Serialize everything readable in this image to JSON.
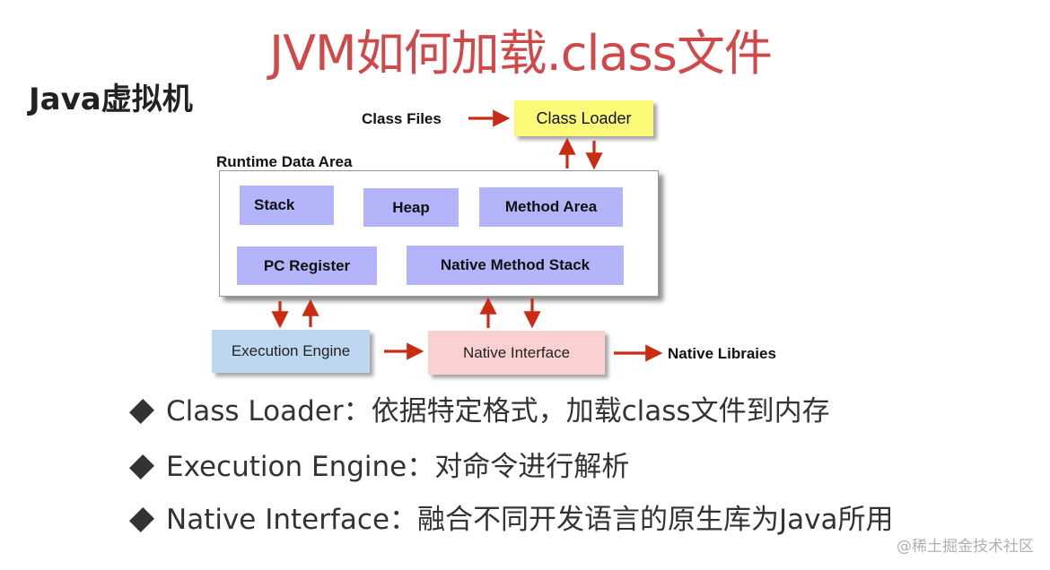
{
  "slide": {
    "title": "JVM如何加载.class文件",
    "subtitle": "Java虚拟机"
  },
  "diagram": {
    "class_files_label": "Class Files",
    "class_loader": "Class Loader",
    "runtime_data_area_label": "Runtime Data Area",
    "areas": {
      "stack": "Stack",
      "heap": "Heap",
      "method_area": "Method Area",
      "pc_register": "PC Register",
      "native_method_stack": "Native Method Stack"
    },
    "execution_engine": "Execution Engine",
    "native_interface": "Native Interface",
    "native_libraries_label": "Native Libraies",
    "colors": {
      "arrow": "#cc2b13",
      "class_loader_fill": "#fafa78",
      "area_fill": "#b4b4fb",
      "execution_engine_fill": "#bdd7f1",
      "native_interface_fill": "#fbd0d0",
      "title": "#d0494a"
    }
  },
  "bullets": [
    {
      "term": "Class Loader",
      "sep": "：",
      "desc": "依据特定格式，加载class文件到内存"
    },
    {
      "term": "Execution Engine",
      "sep": "：",
      "desc": "对命令进行解析"
    },
    {
      "term": "Native Interface",
      "sep": "：",
      "desc": "融合不同开发语言的原生库为Java所用"
    }
  ],
  "watermark": "@稀土掘金技术社区"
}
